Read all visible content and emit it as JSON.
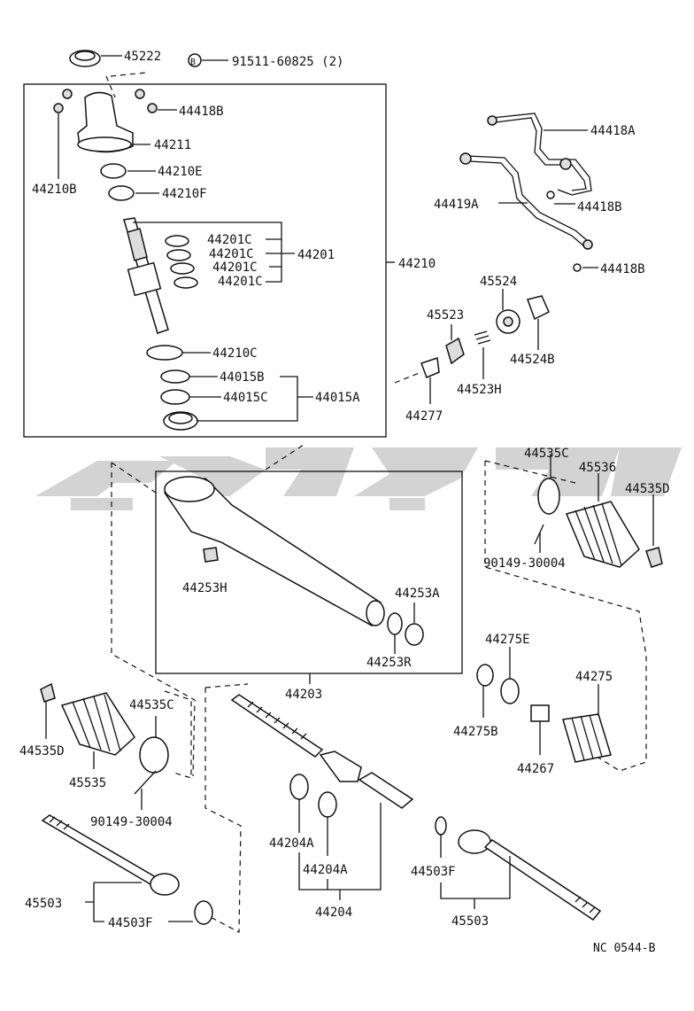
{
  "diagram": {
    "code": "NC 0544-B",
    "watermark_text": "",
    "bolt_marker": "B",
    "labels": {
      "l45222": "45222",
      "l91511": "91511-60825 (2)",
      "l44418B_a": "44418B",
      "l44211": "44211",
      "l44210B": "44210B",
      "l44210E": "44210E",
      "l44210F": "44210F",
      "l44201C_1": "44201C",
      "l44201C_2": "44201C",
      "l44201C_3": "44201C",
      "l44201C_4": "44201C",
      "l44201": "44201",
      "l44210": "44210",
      "l44210C": "44210C",
      "l44015B": "44015B",
      "l44015C": "44015C",
      "l44015A": "44015A",
      "l44418A": "44418A",
      "l44419A": "44419A",
      "l44418B_b": "44418B",
      "l44418B_c": "44418B",
      "l45524": "45524",
      "l45523": "45523",
      "l44524B": "44524B",
      "l44523H": "44523H",
      "l44277": "44277",
      "l44535C_a": "44535C",
      "l45536": "45536",
      "l44535D": "44535D",
      "l90149_a": "90149-30004",
      "l44253H": "44253H",
      "l44253A": "44253A",
      "l44253R": "44253R",
      "l44203": "44203",
      "l44275E": "44275E",
      "l44275": "44275",
      "l44275B": "44275B",
      "l44267": "44267",
      "l44535C_b": "44535C",
      "l44535D_b": "44535D",
      "l45535": "45535",
      "l90149_b": "90149-30004",
      "l44204A_1": "44204A",
      "l44204A_2": "44204A",
      "l44204": "44204",
      "l44503F_a": "44503F",
      "l45503_a": "45503",
      "l44503F_b": "44503F",
      "l45503_b": "45503"
    }
  }
}
